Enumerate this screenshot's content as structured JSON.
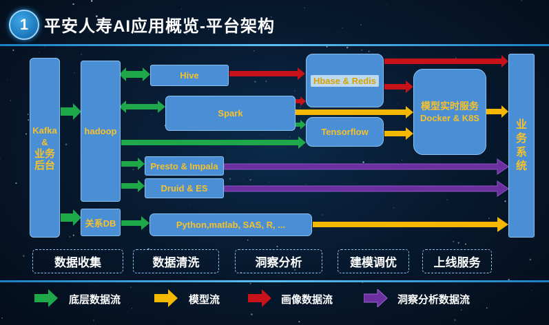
{
  "header": {
    "badge": "1",
    "title": "平安人寿AI应用概览-平台架构"
  },
  "nodes": {
    "kafka": [
      "Kafka",
      "&",
      "业务",
      "后台"
    ],
    "hadoop": "hadoop",
    "hive": "Hive",
    "spark": "Spark",
    "hbase": "Hbase & Redis",
    "tensorflow": "Tensorflow",
    "model_service": [
      "模型实时服务",
      "Docker & K8S"
    ],
    "business": [
      "业",
      "务",
      "系",
      "统"
    ],
    "presto": "Presto & Impala",
    "druid": "Druid & ES",
    "db": "关系DB",
    "python": "Python,matlab, SAS, R, ..."
  },
  "stages": [
    "数据收集",
    "数据清洗",
    "洞察分析",
    "建模调优",
    "上线服务"
  ],
  "legend": [
    {
      "label": "底层数据流",
      "color": "#1fa84a"
    },
    {
      "label": "模型流",
      "color": "#f5b800"
    },
    {
      "label": "画像数据流",
      "color": "#c8121a"
    },
    {
      "label": "洞察分析数据流",
      "color": "#6b2fa0"
    }
  ],
  "colors": {
    "green": "#1fa84a",
    "yellow": "#f5b800",
    "red": "#c8121a",
    "purple": "#6b2fa0"
  }
}
